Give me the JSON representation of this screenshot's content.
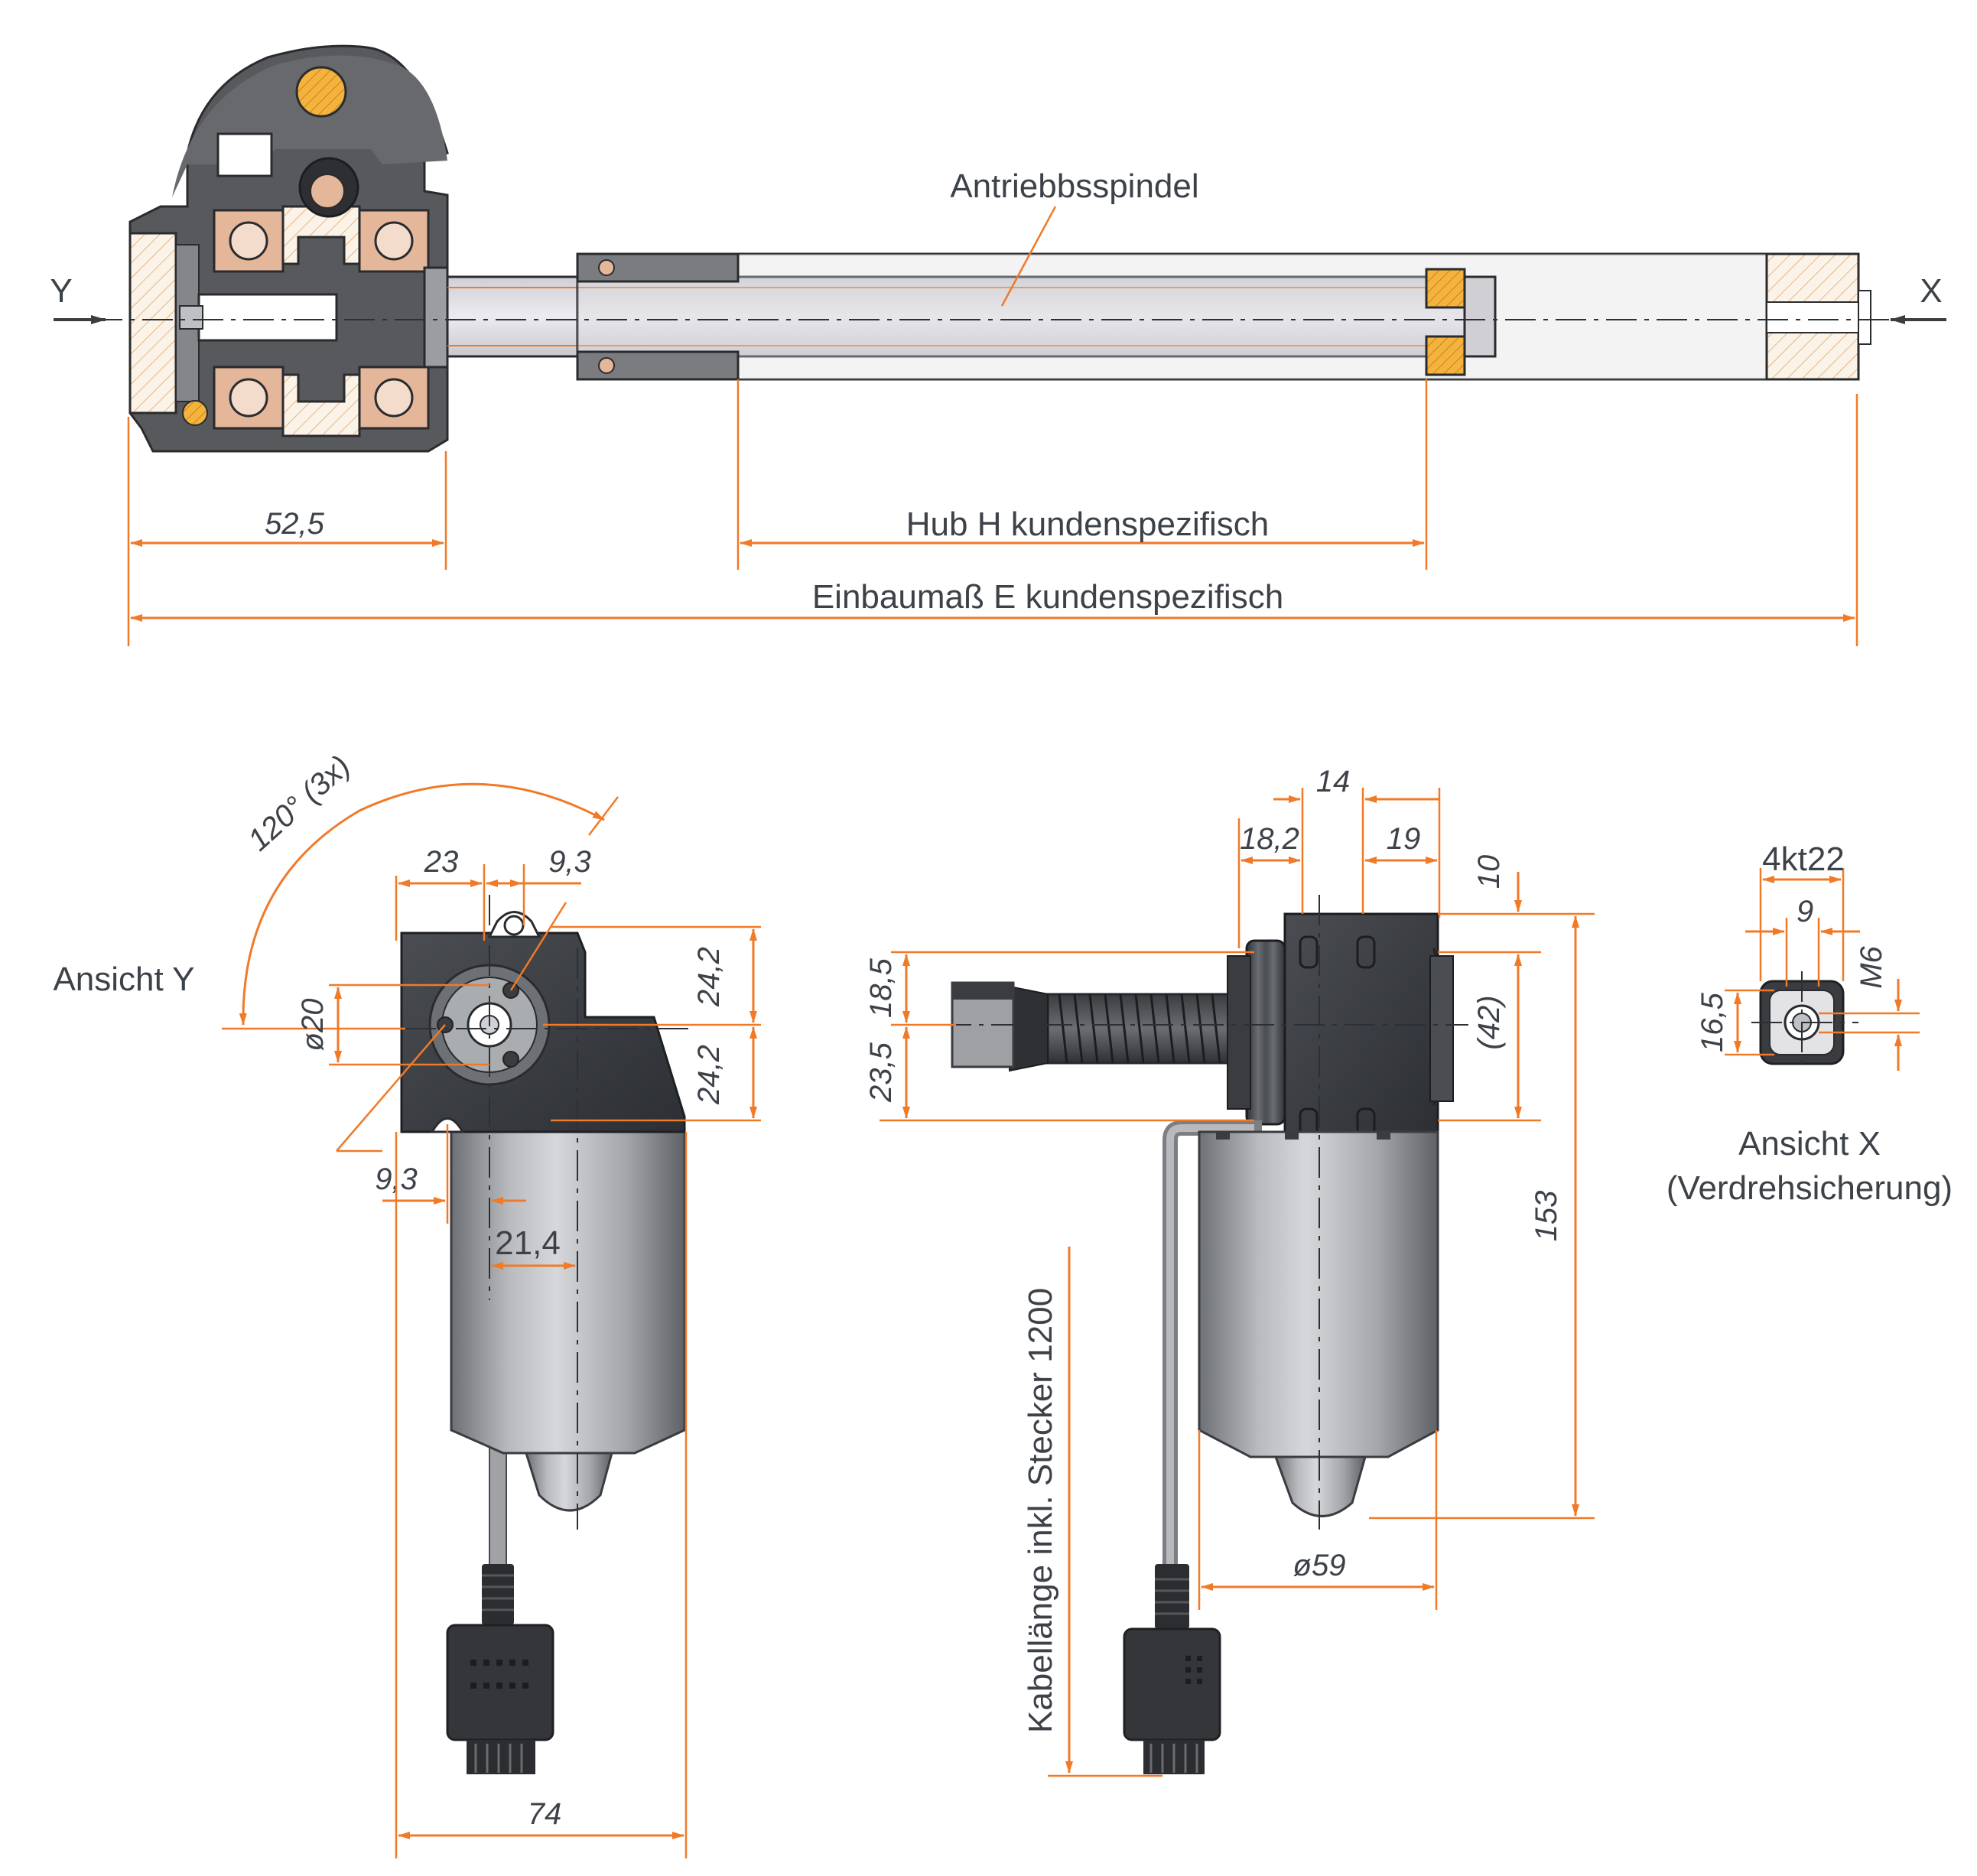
{
  "labels": {
    "spindle": "Antriebbsspindel",
    "axis_y": "Y",
    "axis_x": "X",
    "view_y": "Ansicht Y",
    "view_x": "Ansicht X",
    "view_x_note": "(Verdrehsicherung)",
    "cable": "Kabellänge inkl. Stecker 1200"
  },
  "dimensions": {
    "d_52_5": "52,5",
    "stroke": "Hub H kundenspezifisch",
    "install": "Einbaumaß E kundenspezifisch",
    "angle": "120° (3x)",
    "d_23": "23",
    "d_9_3_top": "9,3",
    "d_24_2_top": "24,2",
    "d_24_2_bottom": "24,2",
    "d_o20": "ø20",
    "d_9_3_bottom": "9,3",
    "d_21_4": "21,4",
    "d_74": "74",
    "d_14": "14",
    "d_18_2": "18,2",
    "d_19": "19",
    "d_10": "10",
    "d_18_5": "18,5",
    "d_23_5": "23,5",
    "d_42": "(42)",
    "d_153": "153",
    "d_o59": "ø59",
    "d_4kt22": "4kt22",
    "d_9": "9",
    "d_m6": "M6",
    "d_16_5": "16,5"
  },
  "colors": {
    "dimension": "#f07a28",
    "text": "#3d4249",
    "housing": "#3a3d42",
    "motor": "#9a9ca0",
    "brass": "#f3b33d"
  }
}
